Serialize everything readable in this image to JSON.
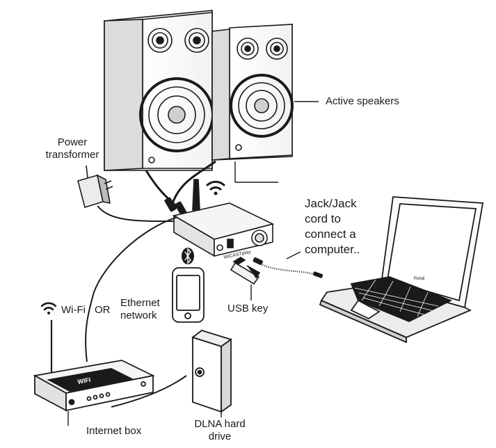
{
  "labels": {
    "active_speakers": "Active speakers",
    "power_transformer": "Power\ntransformer",
    "jack_cord": "Jack/Jack\ncord to\nconnect a\ncomputer..",
    "wifi": "Wi-Fi",
    "or": "OR",
    "ethernet": "Ethernet\nnetwork",
    "usb_key": "USB key",
    "internet_box": "Internet box",
    "dlna": "DLNA hard\ndrive"
  },
  "device_marks": {
    "amp_brand": "WiCASTplay",
    "router_brand": "WIFI",
    "laptop_brand": "Retail"
  },
  "colors": {
    "ink": "#1a1a1a",
    "shade": "#d9d9d9",
    "dark": "#222222"
  }
}
